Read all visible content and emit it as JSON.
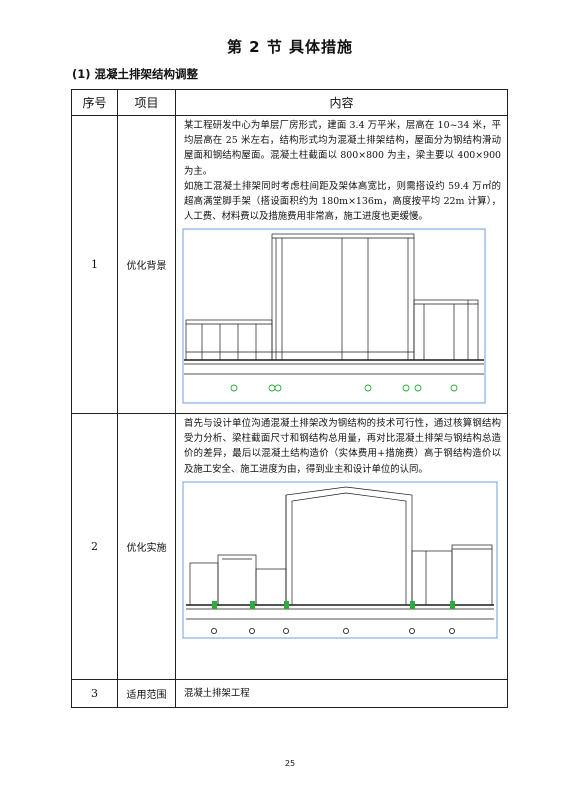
{
  "section_title": "第 2 节 具体措施",
  "subsection_title": "(1) 混凝土排架结构调整",
  "table": {
    "headers": [
      "序号",
      "项目",
      "内容"
    ],
    "rows": [
      {
        "num": "1",
        "item": "优化背景",
        "paragraphs": [
          "某工程研发中心为单层厂房形式，建面 3.4 万平米，层高在 10~34 米，平均层高在 25 米左右，结构形式均为混凝土排架结构，屋面分为钢结构滑动屋面和钢结构屋面。混凝土柱截面以 800×800 为主，梁主要以 400×900 为主。",
          "如施工混凝土排架同时考虑柱间距及架体高宽比，则需搭设约 59.4 万㎡的超高满堂脚手架（搭设面积约为 180m×136m，高度按平均 22m 计算），人工费、材料费以及措施费用非常高，施工进度也更缓慢。"
        ]
      },
      {
        "num": "2",
        "item": "优化实施",
        "paragraphs": [
          "首先与设计单位沟通混凝土排架改为钢结构的技术可行性，通过核算钢结构受力分析、梁柱截面尺寸和钢结构总用量，再对比混凝土排架与钢结构总造价的差异，最后以混凝土结构造价（实体费用+措施费）高于钢结构造价以及施工安全、施工进度为由，得到业主和设计单位的认同。"
        ]
      },
      {
        "num": "3",
        "item": "适用范围",
        "paragraphs": [
          "混凝土排架工程"
        ]
      }
    ]
  },
  "page_number": "25",
  "colors": {
    "drawing_line": "#1a1a1a",
    "drawing_frame": "#6f9fd8",
    "axis_marker": "#2eaa3e"
  }
}
